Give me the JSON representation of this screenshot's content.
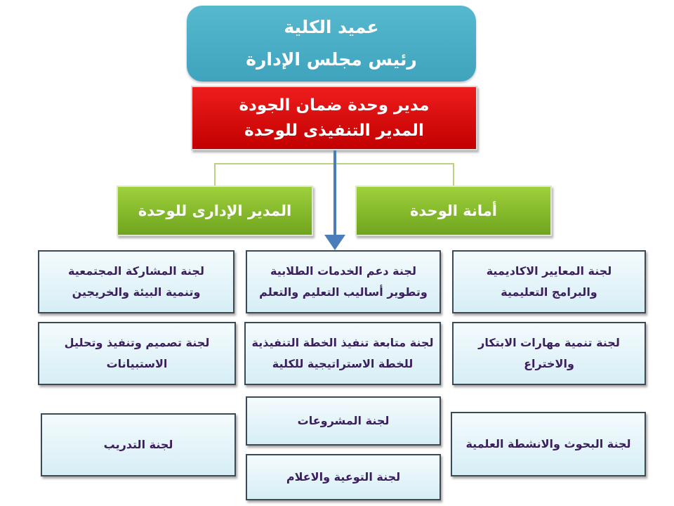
{
  "top_box": {
    "line1": "عميد الكلية",
    "line2": "رئيس مجلس الإدارة"
  },
  "quality_manager": {
    "line1": "مدير وحدة ضمان الجودة",
    "line2": "المدير التنفيذى للوحدة"
  },
  "green_boxes": {
    "right": "أمانة الوحدة",
    "left": "المدير الإدارى للوحدة"
  },
  "committees": {
    "r1_right": {
      "line1": "لجنة المعايير الاكاديمية",
      "line2": "والبرامج التعليمية"
    },
    "r1_center": {
      "line1": "لجنة دعم الخدمات الطلابية",
      "line2": "وتطوير أساليب التعليم والتعلم"
    },
    "r1_left": {
      "line1": "لجنة المشاركة المجتمعية",
      "line2": "وتنمية البيئة والخريجين"
    },
    "r2_right": "لجنة تنمية مهارات الابتكار والاختراع",
    "r2_center": {
      "line1": "لجنة متابعة تنفيذ الخطة التنفيذية",
      "line2": "للخطة الاستراتيجية للكلية"
    },
    "r2_left": "لجنة تصميم وتنفيذ وتحليل الاستبيانات",
    "r3_right": "لجنة البحوث والانشطة العلمية",
    "r3_center": "لجنة المشروعات",
    "r3_left": "لجنة التدريب",
    "r4_center": "لجنة التوعية والاعلام"
  },
  "colors": {
    "top": "#4fb4cb",
    "manager": "#e00000",
    "green": "#8cc63f",
    "committee_text": "#3a1f5c",
    "arrow": "#4a7ebb"
  }
}
